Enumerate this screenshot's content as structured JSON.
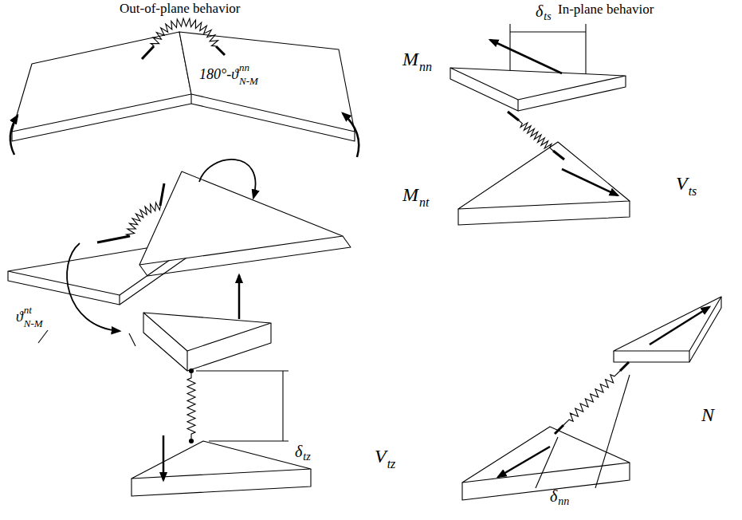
{
  "diagram": {
    "labels": [
      "Out-of-plane behavior",
      "In-plane behavior",
      "M",
      "nn",
      "M",
      "nt",
      "V",
      "tz",
      "V",
      "ts",
      "N",
      "δ",
      "ts",
      "δ",
      "tz",
      "δ",
      "nn",
      "180°-ϑ",
      "nn",
      "N-M",
      "ϑ",
      "nt",
      "N-M"
    ]
  }
}
